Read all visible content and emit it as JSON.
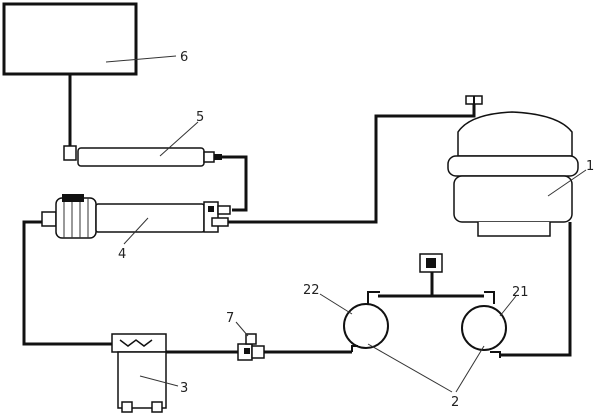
{
  "labels": {
    "l1": "1",
    "l2": "2",
    "l21": "21",
    "l22": "22",
    "l3": "3",
    "l4": "4",
    "l5": "5",
    "l6": "6",
    "l7": "7"
  },
  "colors": {
    "line": "#111111",
    "background": "#ffffff"
  }
}
